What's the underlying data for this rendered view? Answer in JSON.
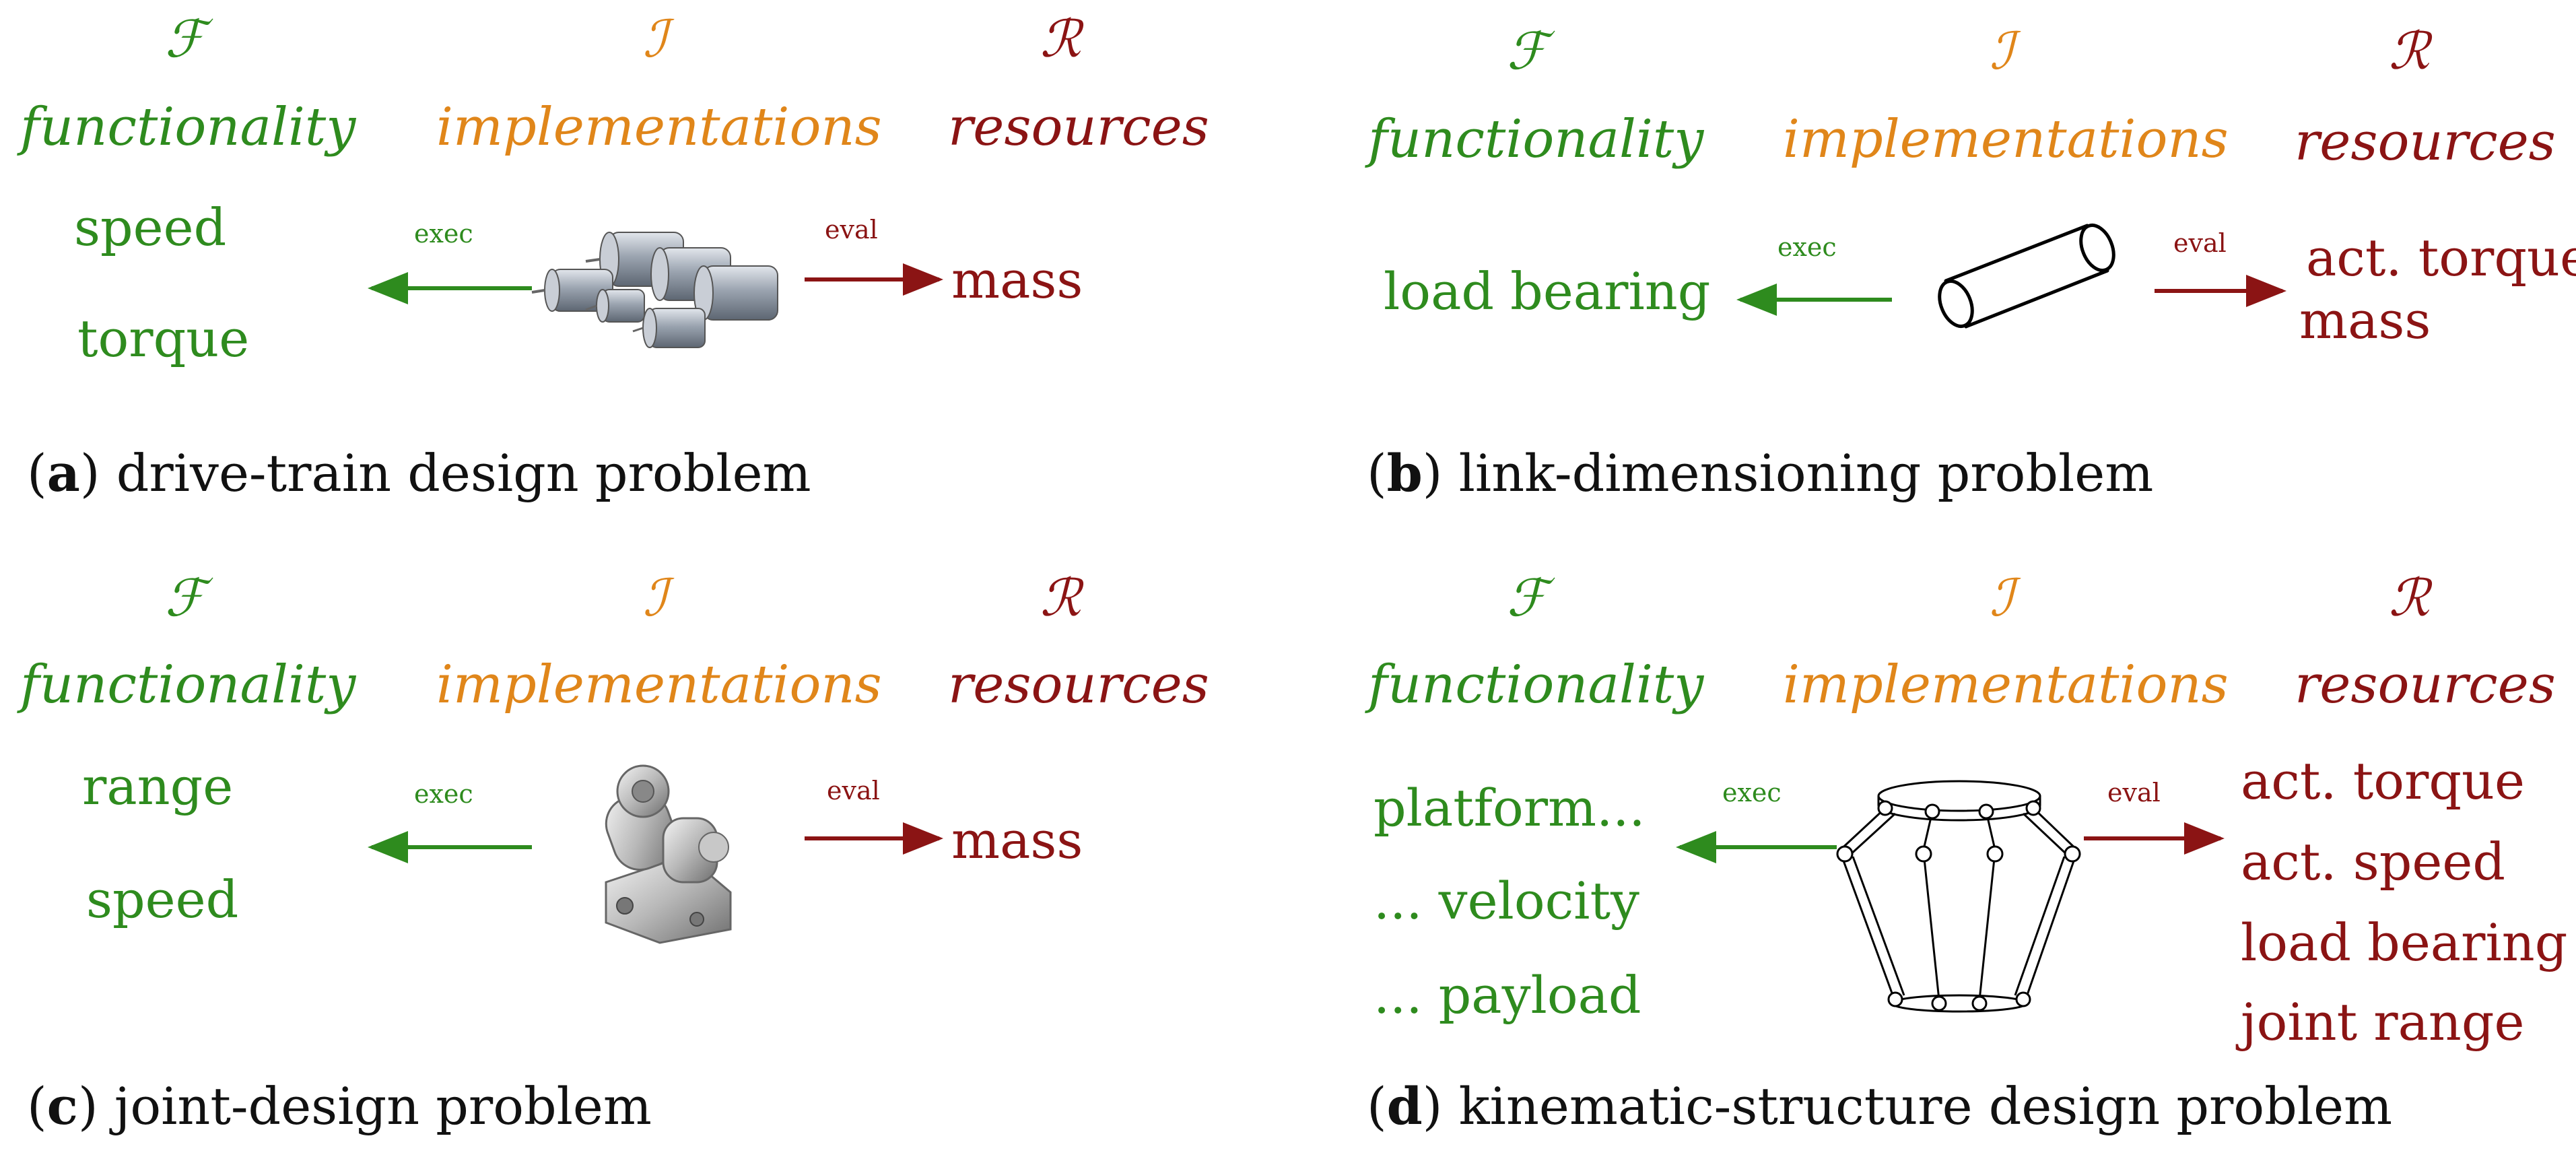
{
  "colors": {
    "functionality": "#2e8b1e",
    "implementations": "#e0861a",
    "resources": "#8b1414",
    "caption": "#111111"
  },
  "headers": {
    "F_symbol": "ℱ",
    "I_symbol": "ℐ",
    "R_symbol": "ℛ",
    "functionality": "functionality",
    "implementations": "implementations",
    "resources": "resources"
  },
  "arrows": {
    "exec": "exec",
    "eval": "eval"
  },
  "panels": {
    "a": {
      "letter": "a",
      "caption": "drive-train design problem",
      "functionality": [
        "speed",
        "torque"
      ],
      "resources": [
        "mass"
      ],
      "image": "dc-motors-icon"
    },
    "b": {
      "letter": "b",
      "caption": "link-dimensioning problem",
      "functionality": [
        "load bearing"
      ],
      "resources": [
        "act. torque",
        "mass"
      ],
      "image": "cylinder-link-icon"
    },
    "c": {
      "letter": "c",
      "caption": "joint-design problem",
      "functionality": [
        "range",
        "speed"
      ],
      "resources": [
        "mass"
      ],
      "image": "joint-part-icon"
    },
    "d": {
      "letter": "d",
      "caption": "kinematic-structure design problem",
      "functionality": [
        "platform...",
        "... velocity",
        "... payload"
      ],
      "resources": [
        "act. torque",
        "act. speed",
        "load bearing",
        "joint range"
      ],
      "image": "delta-robot-icon"
    }
  }
}
